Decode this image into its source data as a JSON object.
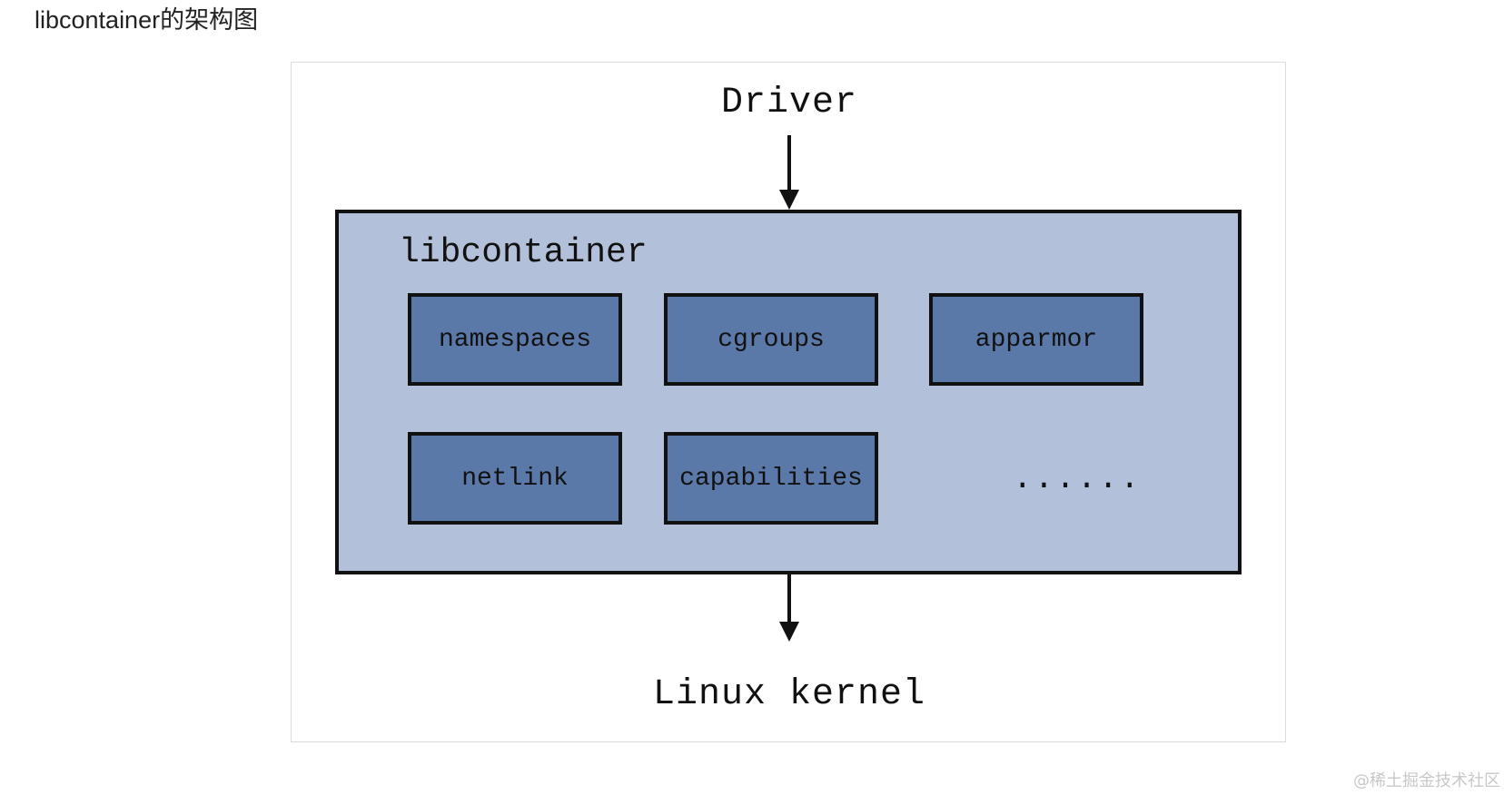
{
  "page": {
    "heading": "libcontainer的架构图"
  },
  "diagram": {
    "top_label": "Driver",
    "bottom_label": "Linux kernel",
    "container": {
      "title": "libcontainer",
      "modules": [
        "namespaces",
        "cgroups",
        "apparmor",
        "netlink",
        "capabilities"
      ],
      "more": "......"
    },
    "colors": {
      "container_fill": "#b2c0d9",
      "module_fill": "#5a79a9",
      "border": "#111111"
    }
  },
  "watermark": "@稀土掘金技术社区"
}
